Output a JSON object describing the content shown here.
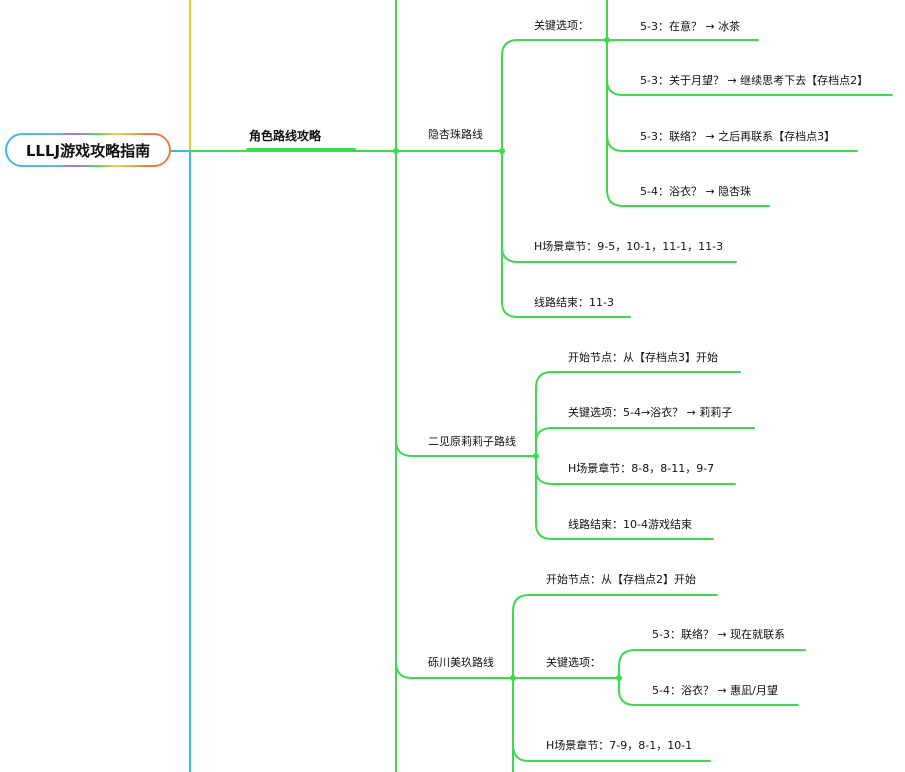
{
  "root": {
    "title": "LLLJ游戏攻略指南"
  },
  "branch": {
    "title": "角色路线攻略"
  },
  "colors": {
    "branch_line": "#3ddc4f",
    "top_line": "#f5c32c",
    "bottom_line": "#35b9e6"
  },
  "routes": [
    {
      "title": "隐杏珠路线",
      "key_choices_label": "关键选项：",
      "key_choices": [
        "5-3：在意？ → 冰茶",
        "5-3：关于月望？ → 继续思考下去【存档点2】",
        "5-3：联络？ → 之后再联系【存档点3】",
        "5-4：浴衣？ → 隐杏珠"
      ],
      "h_scenes": "H场景章节：9-5，10-1，11-1，11-3",
      "route_end": "线路结束：11-3"
    },
    {
      "title": "二见原莉莉子路线",
      "start_node": "开始节点：从【存档点3】开始",
      "key_choices": "关键选项：5-4→浴衣？ → 莉莉子",
      "h_scenes": "H场景章节：8-8，8-11，9-7",
      "route_end": "线路结束：10-4游戏结束"
    },
    {
      "title": "砾川美玖路线",
      "start_node": "开始节点：从【存档点2】开始",
      "key_choices_label": "关键选项：",
      "key_choices": [
        "5-3：联络？ → 现在就联系",
        "5-4：浴衣？ → 惠凪/月望"
      ],
      "h_scenes": "H场景章节：7-9，8-1，10-1"
    }
  ]
}
